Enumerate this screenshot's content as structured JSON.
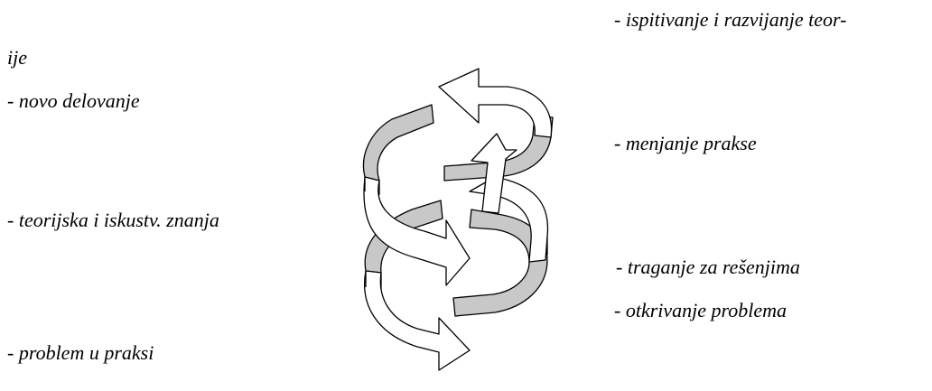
{
  "diagram": {
    "labels": {
      "top_right_1": "- ispitivanje i razvijanje teor-",
      "top_left_wrap": "ije",
      "left_1": "- novo delovanje",
      "right_2": "- menjanje prakse",
      "left_2": "- teorijska i iskustv. znanja",
      "right_3": "- traganje za rešenjima",
      "right_4": "- otkrivanje problema",
      "left_3": "- problem u praksi"
    }
  },
  "colors": {
    "band_fill_front": "#ffffff",
    "band_fill_back": "#c8c8c8",
    "stroke": "#000000"
  },
  "icons": [
    "spiral-arrow-icon"
  ]
}
